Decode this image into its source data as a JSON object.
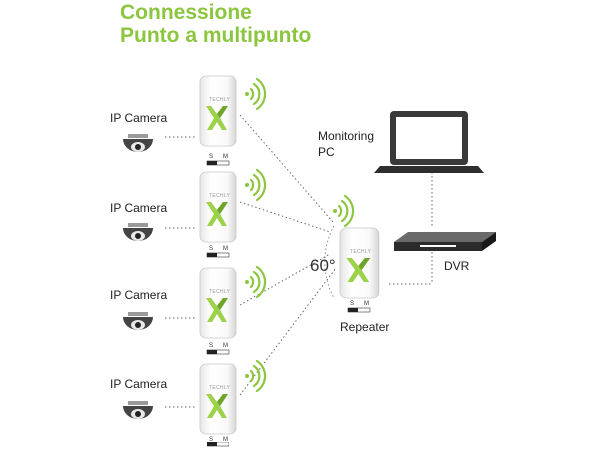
{
  "title": {
    "line1": "Connessione",
    "line2": "Punto a multipunto"
  },
  "cameras": [
    {
      "label": "IP Camera"
    },
    {
      "label": "IP Camera"
    },
    {
      "label": "IP Camera"
    },
    {
      "label": "IP Camera"
    }
  ],
  "units": [
    {
      "brand": "TECHLY",
      "switch_s": "S",
      "switch_m": "M"
    },
    {
      "brand": "TECHLY",
      "switch_s": "S",
      "switch_m": "M"
    },
    {
      "brand": "TECHLY",
      "switch_s": "S",
      "switch_m": "M"
    },
    {
      "brand": "TECHLY",
      "switch_s": "S",
      "switch_m": "M"
    }
  ],
  "repeater": {
    "label": "Repeater",
    "brand": "TECHLY",
    "switch_s": "S",
    "switch_m": "M",
    "angle": "60°"
  },
  "pc": {
    "label_line1": "Monitoring",
    "label_line2": "PC"
  },
  "dvr": {
    "label": "DVR"
  },
  "colors": {
    "accent": "#8cc63f",
    "device_body": "#ffffff",
    "dark": "#2b2b2b"
  }
}
